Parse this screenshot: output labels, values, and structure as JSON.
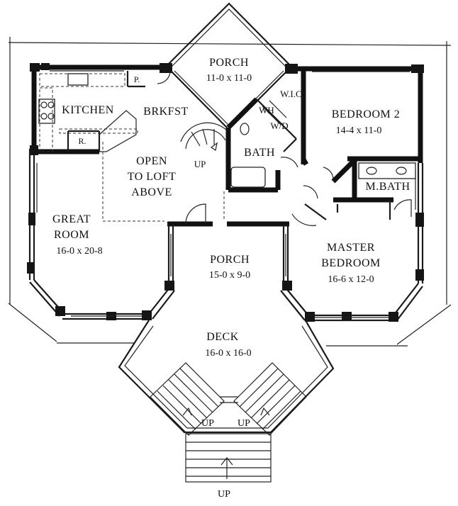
{
  "rooms": {
    "porch_top": {
      "name": "PORCH",
      "size": "11-0 x 11-0"
    },
    "kitchen": {
      "name": "KITCHEN"
    },
    "brkfst": {
      "name": "BRKFST"
    },
    "pantry": {
      "name": "P."
    },
    "refrigerator": {
      "name": "R."
    },
    "wic": {
      "name": "W.I.C."
    },
    "wh": {
      "name": "WH"
    },
    "wd": {
      "name": "W/D"
    },
    "bath": {
      "name": "BATH"
    },
    "bedroom2": {
      "name": "BEDROOM 2",
      "size": "14-4 x 11-0"
    },
    "open_loft": {
      "line1": "OPEN",
      "line2": "TO LOFT",
      "line3": "ABOVE"
    },
    "up_stair": {
      "name": "UP"
    },
    "mbath": {
      "name": "M.BATH"
    },
    "great_room": {
      "line1": "GREAT",
      "line2": "ROOM",
      "size": "16-0 x 20-8"
    },
    "porch_mid": {
      "name": "PORCH",
      "size": "15-0 x 9-0"
    },
    "master": {
      "line1": "MASTER",
      "line2": "BEDROOM",
      "size": "16-6 x 12-0"
    },
    "deck": {
      "name": "DECK",
      "size": "16-0 x 16-0"
    },
    "up_left": {
      "name": "UP"
    },
    "up_right": {
      "name": "UP"
    },
    "up_bottom": {
      "name": "UP"
    }
  }
}
